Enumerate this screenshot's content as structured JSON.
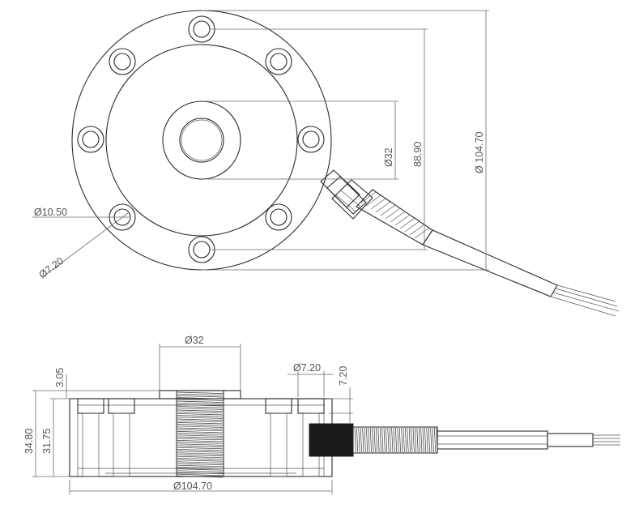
{
  "top_view": {
    "dia_bolt_hole": "Ø10.50",
    "dia_counterbore": "Ø7.20",
    "dia_center": "Ø32",
    "bolt_circle": "88.90",
    "outer_dia": "Ø 104.70"
  },
  "side_view": {
    "dia_center": "Ø32",
    "dia_hole": "Ø7.20",
    "depth_hole": "7.20",
    "height_step": "3.05",
    "height_total": "34.80",
    "height_body": "31.75",
    "outer_dia": "Ø104.70"
  }
}
